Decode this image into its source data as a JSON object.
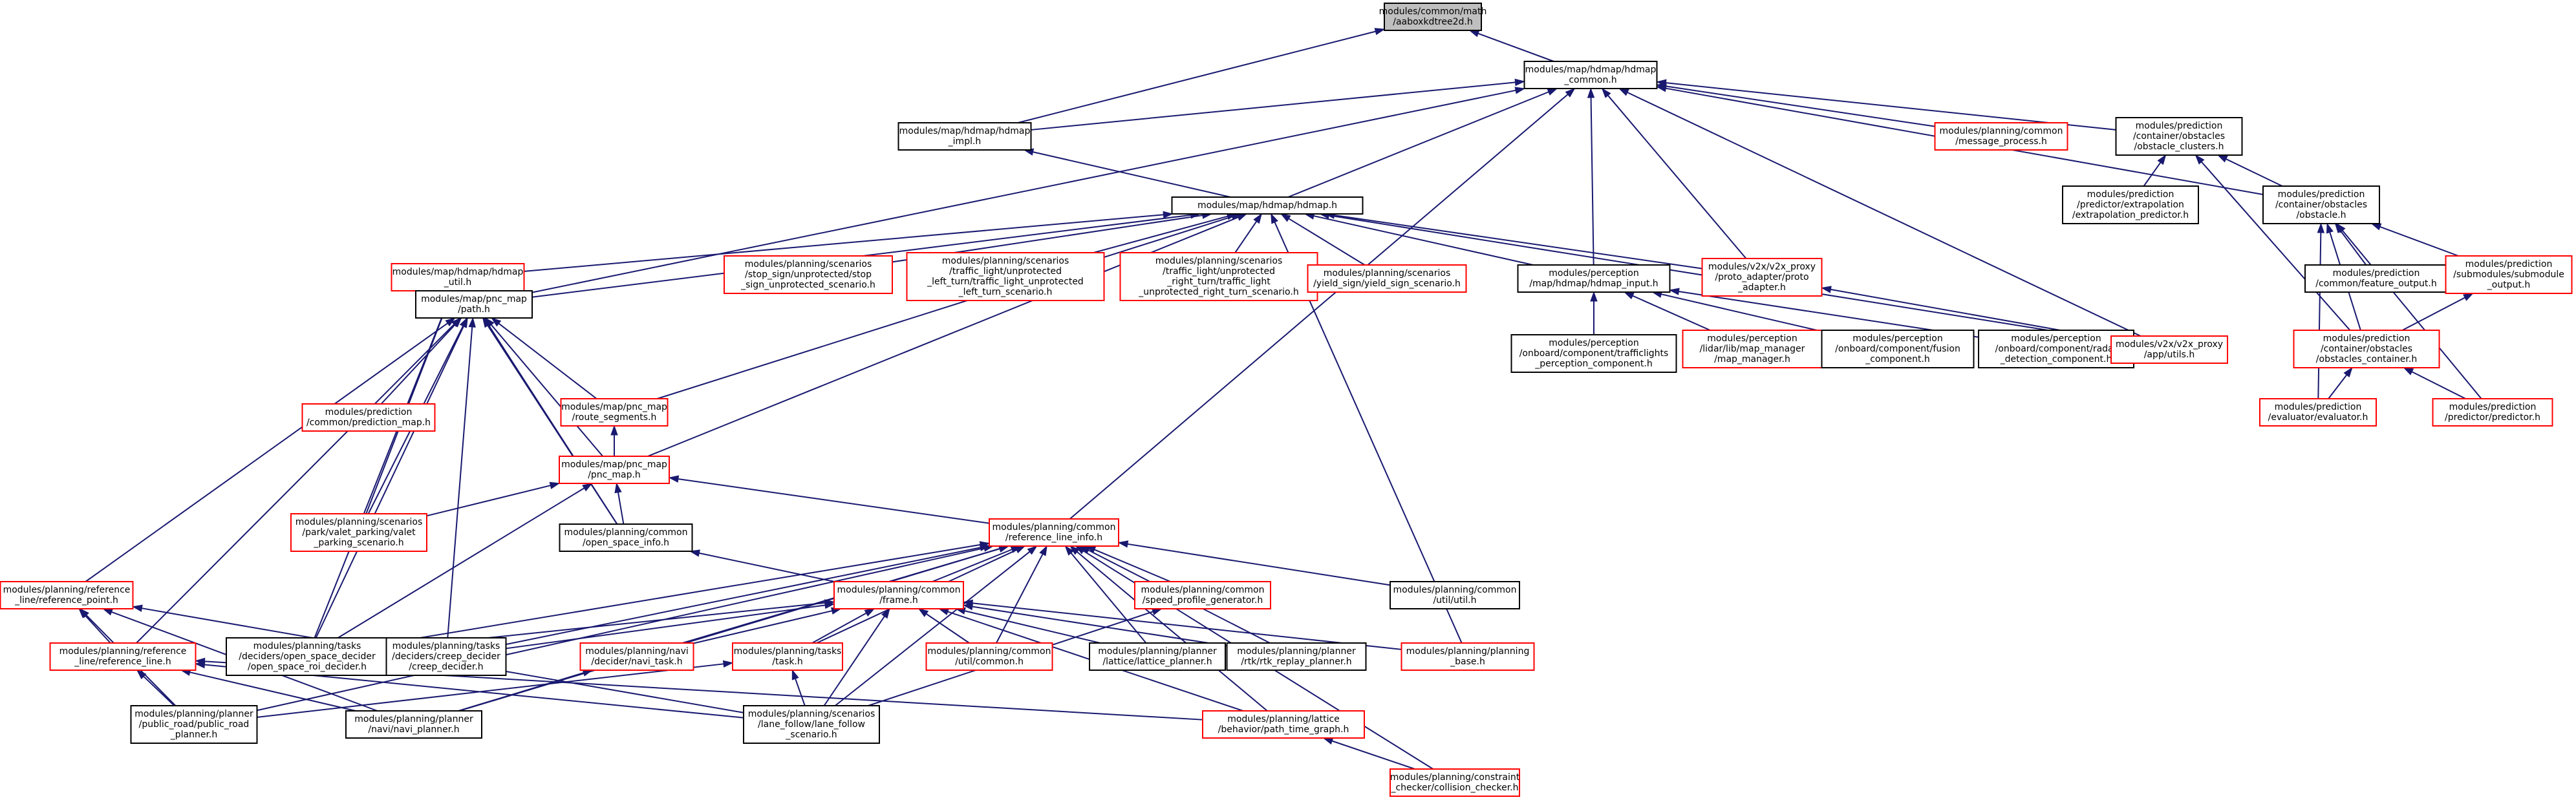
{
  "colors": {
    "edge": "#191970",
    "border_black": "#000000",
    "border_red": "#ff0000",
    "root_fill": "#bfbfbf",
    "fill": "#ffffff",
    "text": "#000000"
  },
  "nodes": [
    {
      "id": "aaboxkdtree2d",
      "lines": [
        "modules/common/math",
        "/aaboxkdtree2d.h"
      ],
      "border": "black",
      "root": true
    },
    {
      "id": "hdmap_common",
      "lines": [
        "modules/map/hdmap/hdmap",
        "_common.h"
      ],
      "border": "black"
    },
    {
      "id": "hdmap_impl",
      "lines": [
        "modules/map/hdmap/hdmap",
        "_impl.h"
      ],
      "border": "black"
    },
    {
      "id": "message_process",
      "lines": [
        "modules/planning/common",
        "/message_process.h"
      ],
      "border": "red"
    },
    {
      "id": "obstacle_clusters",
      "lines": [
        "modules/prediction",
        "/container/obstacles",
        "/obstacle_clusters.h"
      ],
      "border": "black"
    },
    {
      "id": "hdmap",
      "lines": [
        "modules/map/hdmap/hdmap.h"
      ],
      "border": "black"
    },
    {
      "id": "extrapolation_predictor",
      "lines": [
        "modules/prediction",
        "/predictor/extrapolation",
        "/extrapolation_predictor.h"
      ],
      "border": "black"
    },
    {
      "id": "obstacle",
      "lines": [
        "modules/prediction",
        "/container/obstacles",
        "/obstacle.h"
      ],
      "border": "black"
    },
    {
      "id": "hdmap_util",
      "lines": [
        "modules/map/hdmap/hdmap",
        "_util.h"
      ],
      "border": "red"
    },
    {
      "id": "stop_sign_scenario",
      "lines": [
        "modules/planning/scenarios",
        "/stop_sign/unprotected/stop",
        "_sign_unprotected_scenario.h"
      ],
      "border": "red"
    },
    {
      "id": "tl_left_turn",
      "lines": [
        "modules/planning/scenarios",
        "/traffic_light/unprotected",
        "_left_turn/traffic_light_unprotected",
        "_left_turn_scenario.h"
      ],
      "border": "red"
    },
    {
      "id": "tl_right_turn",
      "lines": [
        "modules/planning/scenarios",
        "/traffic_light/unprotected",
        "_right_turn/traffic_light",
        "_unprotected_right_turn_scenario.h"
      ],
      "border": "red"
    },
    {
      "id": "yield_sign",
      "lines": [
        "modules/planning/scenarios",
        "/yield_sign/yield_sign_scenario.h"
      ],
      "border": "red"
    },
    {
      "id": "hdmap_input",
      "lines": [
        "modules/perception",
        "/map/hdmap/hdmap_input.h"
      ],
      "border": "black"
    },
    {
      "id": "proto_adapter",
      "lines": [
        "modules/v2x/v2x_proxy",
        "/proto_adapter/proto",
        "_adapter.h"
      ],
      "border": "red"
    },
    {
      "id": "feature_output",
      "lines": [
        "modules/prediction",
        "/common/feature_output.h"
      ],
      "border": "black"
    },
    {
      "id": "submodule_output",
      "lines": [
        "modules/prediction",
        "/submodules/submodule",
        "_output.h"
      ],
      "border": "red"
    },
    {
      "id": "path",
      "lines": [
        "modules/map/pnc_map",
        "/path.h"
      ],
      "border": "black"
    },
    {
      "id": "trafficlights",
      "lines": [
        "modules/perception",
        "/onboard/component/trafficlights",
        "_perception_component.h"
      ],
      "border": "black"
    },
    {
      "id": "map_manager",
      "lines": [
        "modules/perception",
        "/lidar/lib/map_manager",
        "/map_manager.h"
      ],
      "border": "red"
    },
    {
      "id": "fusion_component",
      "lines": [
        "modules/perception",
        "/onboard/component/fusion",
        "_component.h"
      ],
      "border": "black"
    },
    {
      "id": "radar_component",
      "lines": [
        "modules/perception",
        "/onboard/component/radar",
        "_detection_component.h"
      ],
      "border": "black"
    },
    {
      "id": "v2x_utils",
      "lines": [
        "modules/v2x/v2x_proxy",
        "/app/utils.h"
      ],
      "border": "red"
    },
    {
      "id": "obstacles_container",
      "lines": [
        "modules/prediction",
        "/container/obstacles",
        "/obstacles_container.h"
      ],
      "border": "red"
    },
    {
      "id": "prediction_map",
      "lines": [
        "modules/prediction",
        "/common/prediction_map.h"
      ],
      "border": "red"
    },
    {
      "id": "route_segments",
      "lines": [
        "modules/map/pnc_map",
        "/route_segments.h"
      ],
      "border": "red"
    },
    {
      "id": "evaluator",
      "lines": [
        "modules/prediction",
        "/evaluator/evaluator.h"
      ],
      "border": "red"
    },
    {
      "id": "predictor",
      "lines": [
        "modules/prediction",
        "/predictor/predictor.h"
      ],
      "border": "red"
    },
    {
      "id": "pnc_map",
      "lines": [
        "modules/map/pnc_map",
        "/pnc_map.h"
      ],
      "border": "red"
    },
    {
      "id": "valet_parking",
      "lines": [
        "modules/planning/scenarios",
        "/park/valet_parking/valet",
        "_parking_scenario.h"
      ],
      "border": "red"
    },
    {
      "id": "open_space_info",
      "lines": [
        "modules/planning/common",
        "/open_space_info.h"
      ],
      "border": "black"
    },
    {
      "id": "reference_line_info",
      "lines": [
        "modules/planning/common",
        "/reference_line_info.h"
      ],
      "border": "red"
    },
    {
      "id": "reference_point",
      "lines": [
        "modules/planning/reference",
        "_line/reference_point.h"
      ],
      "border": "red"
    },
    {
      "id": "speed_profile_generator",
      "lines": [
        "modules/planning/common",
        "/speed_profile_generator.h"
      ],
      "border": "red"
    },
    {
      "id": "common_util",
      "lines": [
        "modules/planning/common",
        "/util/util.h"
      ],
      "border": "black"
    },
    {
      "id": "frame",
      "lines": [
        "modules/planning/common",
        "/frame.h"
      ],
      "border": "red"
    },
    {
      "id": "reference_line",
      "lines": [
        "modules/planning/reference",
        "_line/reference_line.h"
      ],
      "border": "red"
    },
    {
      "id": "open_space_roi_decider",
      "lines": [
        "modules/planning/tasks",
        "/deciders/open_space_decider",
        "/open_space_roi_decider.h"
      ],
      "border": "black"
    },
    {
      "id": "creep_decider",
      "lines": [
        "modules/planning/tasks",
        "/deciders/creep_decider",
        "/creep_decider.h"
      ],
      "border": "black"
    },
    {
      "id": "navi_task",
      "lines": [
        "modules/planning/navi",
        "/decider/navi_task.h"
      ],
      "border": "red"
    },
    {
      "id": "task",
      "lines": [
        "modules/planning/tasks",
        "/task.h"
      ],
      "border": "red"
    },
    {
      "id": "util_common",
      "lines": [
        "modules/planning/common",
        "/util/common.h"
      ],
      "border": "red"
    },
    {
      "id": "lattice_planner",
      "lines": [
        "modules/planning/planner",
        "/lattice/lattice_planner.h"
      ],
      "border": "black"
    },
    {
      "id": "rtk_replay_planner",
      "lines": [
        "modules/planning/planner",
        "/rtk/rtk_replay_planner.h"
      ],
      "border": "black"
    },
    {
      "id": "planning_base",
      "lines": [
        "modules/planning/planning",
        "_base.h"
      ],
      "border": "red"
    },
    {
      "id": "public_road_planner",
      "lines": [
        "modules/planning/planner",
        "/public_road/public_road",
        "_planner.h"
      ],
      "border": "black"
    },
    {
      "id": "navi_planner",
      "lines": [
        "modules/planning/planner",
        "/navi/navi_planner.h"
      ],
      "border": "black"
    },
    {
      "id": "lane_follow",
      "lines": [
        "modules/planning/scenarios",
        "/lane_follow/lane_follow",
        "_scenario.h"
      ],
      "border": "black"
    },
    {
      "id": "path_time_graph",
      "lines": [
        "modules/planning/lattice",
        "/behavior/path_time_graph.h"
      ],
      "border": "red"
    },
    {
      "id": "collision_checker",
      "lines": [
        "modules/planning/constraint",
        "_checker/collision_checker.h"
      ],
      "border": "red"
    }
  ],
  "edges": [
    [
      "hdmap_common",
      "aaboxkdtree2d"
    ],
    [
      "hdmap_impl",
      "aaboxkdtree2d"
    ],
    [
      "hdmap_impl",
      "hdmap_common"
    ],
    [
      "message_process",
      "hdmap_common"
    ],
    [
      "obstacle_clusters",
      "hdmap_common"
    ],
    [
      "hdmap",
      "hdmap_common"
    ],
    [
      "path",
      "hdmap_common"
    ],
    [
      "hdmap_input",
      "hdmap_common"
    ],
    [
      "proto_adapter",
      "hdmap_common"
    ],
    [
      "v2x_utils",
      "hdmap_common"
    ],
    [
      "reference_line_info",
      "hdmap_common"
    ],
    [
      "obstacle",
      "hdmap_common"
    ],
    [
      "hdmap",
      "hdmap_impl"
    ],
    [
      "extrapolation_predictor",
      "obstacle_clusters"
    ],
    [
      "obstacle",
      "obstacle_clusters"
    ],
    [
      "obstacles_container",
      "obstacle_clusters"
    ],
    [
      "hdmap_util",
      "hdmap"
    ],
    [
      "stop_sign_scenario",
      "hdmap"
    ],
    [
      "tl_left_turn",
      "hdmap"
    ],
    [
      "tl_right_turn",
      "hdmap"
    ],
    [
      "yield_sign",
      "hdmap"
    ],
    [
      "hdmap_input",
      "hdmap"
    ],
    [
      "proto_adapter",
      "hdmap"
    ],
    [
      "v2x_utils",
      "hdmap"
    ],
    [
      "path",
      "hdmap"
    ],
    [
      "route_segments",
      "hdmap"
    ],
    [
      "pnc_map",
      "hdmap"
    ],
    [
      "planning_base",
      "hdmap"
    ],
    [
      "feature_output",
      "obstacle"
    ],
    [
      "submodule_output",
      "obstacle"
    ],
    [
      "obstacles_container",
      "obstacle"
    ],
    [
      "evaluator",
      "obstacle"
    ],
    [
      "predictor",
      "obstacle"
    ],
    [
      "path",
      "hdmap_util"
    ],
    [
      "open_space_info",
      "hdmap_util"
    ],
    [
      "valet_parking",
      "hdmap_util"
    ],
    [
      "open_space_roi_decider",
      "hdmap_util"
    ],
    [
      "trafficlights",
      "hdmap_input"
    ],
    [
      "map_manager",
      "hdmap_input"
    ],
    [
      "fusion_component",
      "hdmap_input"
    ],
    [
      "radar_component",
      "hdmap_input"
    ],
    [
      "v2x_utils",
      "proto_adapter"
    ],
    [
      "obstacles_container",
      "submodule_output"
    ],
    [
      "prediction_map",
      "path"
    ],
    [
      "route_segments",
      "path"
    ],
    [
      "pnc_map",
      "path"
    ],
    [
      "valet_parking",
      "path"
    ],
    [
      "open_space_info",
      "path"
    ],
    [
      "reference_point",
      "path"
    ],
    [
      "reference_line",
      "path"
    ],
    [
      "open_space_roi_decider",
      "path"
    ],
    [
      "creep_decider",
      "path"
    ],
    [
      "evaluator",
      "obstacles_container"
    ],
    [
      "predictor",
      "obstacles_container"
    ],
    [
      "pnc_map",
      "route_segments"
    ],
    [
      "valet_parking",
      "pnc_map"
    ],
    [
      "open_space_info",
      "pnc_map"
    ],
    [
      "reference_line_info",
      "pnc_map"
    ],
    [
      "open_space_roi_decider",
      "pnc_map"
    ],
    [
      "frame",
      "open_space_info"
    ],
    [
      "frame",
      "reference_line_info"
    ],
    [
      "speed_profile_generator",
      "reference_line_info"
    ],
    [
      "common_util",
      "reference_line_info"
    ],
    [
      "open_space_roi_decider",
      "reference_line_info"
    ],
    [
      "creep_decider",
      "reference_line_info"
    ],
    [
      "navi_task",
      "reference_line_info"
    ],
    [
      "task",
      "reference_line_info"
    ],
    [
      "util_common",
      "reference_line_info"
    ],
    [
      "lattice_planner",
      "reference_line_info"
    ],
    [
      "rtk_replay_planner",
      "reference_line_info"
    ],
    [
      "public_road_planner",
      "reference_line_info"
    ],
    [
      "navi_planner",
      "reference_line_info"
    ],
    [
      "lane_follow",
      "reference_line_info"
    ],
    [
      "path_time_graph",
      "reference_line_info"
    ],
    [
      "collision_checker",
      "reference_line_info"
    ],
    [
      "reference_line",
      "reference_point"
    ],
    [
      "public_road_planner",
      "reference_point"
    ],
    [
      "lane_follow",
      "reference_point"
    ],
    [
      "navi_planner",
      "reference_point"
    ],
    [
      "lane_follow",
      "speed_profile_generator"
    ],
    [
      "open_space_roi_decider",
      "frame"
    ],
    [
      "creep_decider",
      "frame"
    ],
    [
      "navi_task",
      "frame"
    ],
    [
      "task",
      "frame"
    ],
    [
      "util_common",
      "frame"
    ],
    [
      "lattice_planner",
      "frame"
    ],
    [
      "rtk_replay_planner",
      "frame"
    ],
    [
      "planning_base",
      "frame"
    ],
    [
      "lane_follow",
      "frame"
    ],
    [
      "path_time_graph",
      "frame"
    ],
    [
      "public_road_planner",
      "reference_line"
    ],
    [
      "navi_planner",
      "reference_line"
    ],
    [
      "lane_follow",
      "reference_line"
    ],
    [
      "path_time_graph",
      "reference_line"
    ],
    [
      "navi_planner",
      "navi_task"
    ],
    [
      "public_road_planner",
      "task"
    ],
    [
      "lane_follow",
      "task"
    ],
    [
      "collision_checker",
      "path_time_graph"
    ]
  ]
}
